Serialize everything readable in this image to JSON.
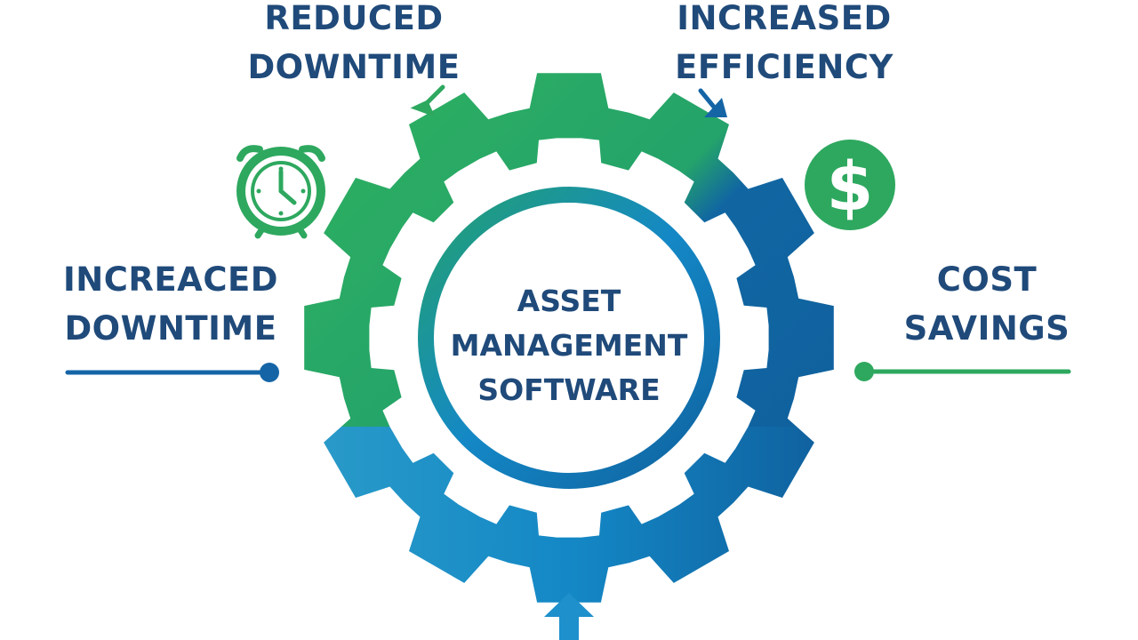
{
  "center": {
    "line1": "ASSET",
    "line2": "MANAGEMENT",
    "line3": "SOFTWARE"
  },
  "labels": {
    "top_left": {
      "line1": "REDUCED",
      "line2": "DOWNTIME"
    },
    "top_right": {
      "line1": "INCREASED",
      "line2": "EFFICIENCY"
    },
    "left": {
      "line1": "INCREACED",
      "line2": "DOWNTIME"
    },
    "right": {
      "line1": "COST",
      "line2": "SAVINGS"
    }
  },
  "icons": {
    "clock": "alarm-clock-icon",
    "dollar": "dollar-icon",
    "dollar_symbol": "$"
  },
  "colors": {
    "navy_text": "#1f4a7a",
    "green": "#2ea85f",
    "blue": "#1565a6",
    "light_blue": "#1e90cc"
  }
}
